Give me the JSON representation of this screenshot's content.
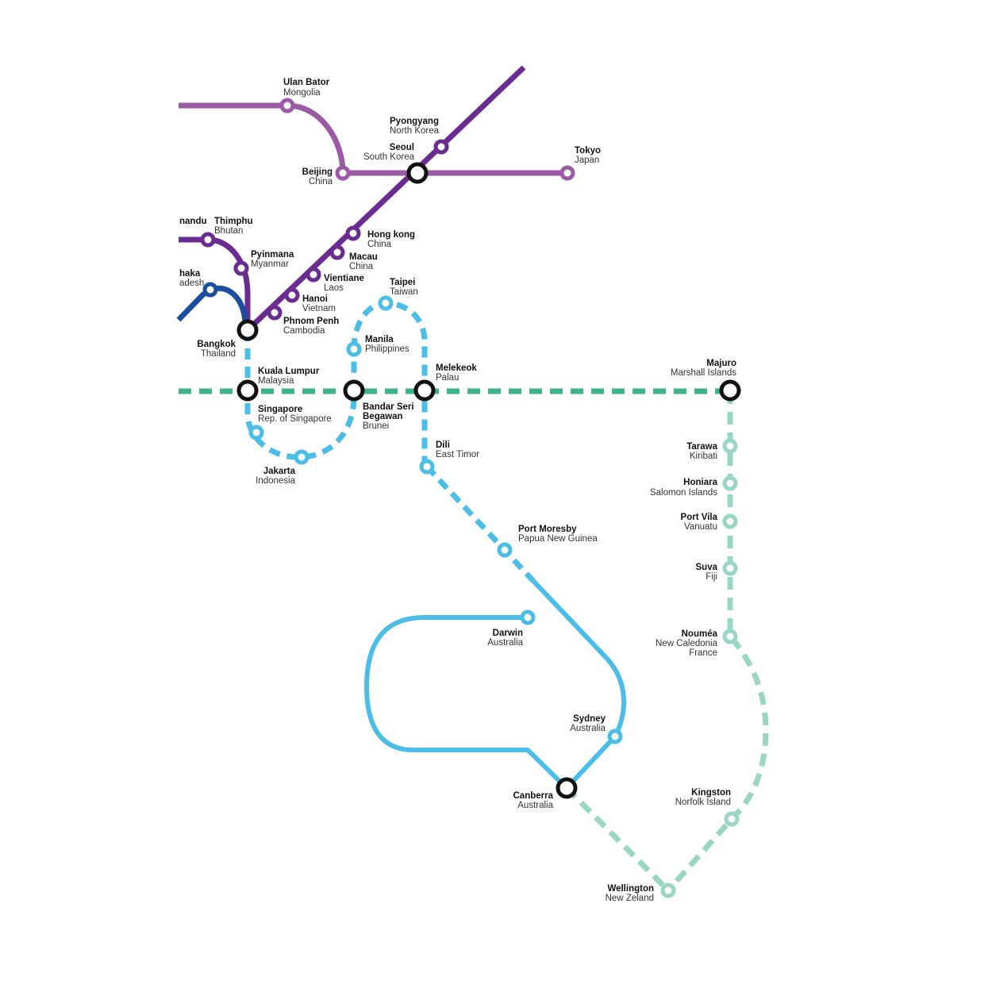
{
  "map": {
    "colors": {
      "purple_light": "#9b59a6",
      "purple_dark": "#6a2c91",
      "navy": "#1a4fa0",
      "cyan": "#4bbde6",
      "green": "#3cb38a",
      "mint": "#99d6c3",
      "interchange": "#111111",
      "background": "#ffffff"
    },
    "lines": [
      {
        "id": "mongolia-japan-line",
        "color": "purple_light",
        "style": "solid"
      },
      {
        "id": "northeast-diagonal-line",
        "color": "purple_dark",
        "style": "solid"
      },
      {
        "id": "bhutan-myanmar-line",
        "color": "purple_dark",
        "style": "solid"
      },
      {
        "id": "bangladesh-line",
        "color": "navy",
        "style": "solid"
      },
      {
        "id": "equator-line",
        "color": "green",
        "style": "dashed"
      },
      {
        "id": "indonesia-loop-line",
        "color": "cyan",
        "style": "dashed"
      },
      {
        "id": "taiwan-loop-line",
        "color": "cyan",
        "style": "dashed"
      },
      {
        "id": "australia-line-dashed",
        "color": "cyan",
        "style": "dashed"
      },
      {
        "id": "australia-line-solid",
        "color": "cyan",
        "style": "solid"
      },
      {
        "id": "pacific-line",
        "color": "mint",
        "style": "dashed"
      },
      {
        "id": "tasman-line",
        "color": "mint",
        "style": "dashed"
      }
    ],
    "stations": {
      "ulan_bator": {
        "name": "Ulan Bator",
        "country": "Mongolia"
      },
      "beijing": {
        "name": "Beijing",
        "country": "China"
      },
      "pyongyang": {
        "name": "Pyongyang",
        "country": "North Korea"
      },
      "seoul": {
        "name": "Seoul",
        "country": "South Korea"
      },
      "tokyo": {
        "name": "Tokyo",
        "country": "Japan"
      },
      "kathmandu": {
        "name": "nandu",
        "country": ""
      },
      "thimphu": {
        "name": "Thimphu",
        "country": "Bhutan"
      },
      "pyinmana": {
        "name": "Pyinmana",
        "country": "Myanmar"
      },
      "dhaka": {
        "name": "haka",
        "country": "adesh"
      },
      "hong_kong": {
        "name": "Hong kong",
        "country": "China"
      },
      "macau": {
        "name": "Macau",
        "country": "China"
      },
      "vientiane": {
        "name": "Vientiane",
        "country": "Laos"
      },
      "hanoi": {
        "name": "Hanoi",
        "country": "Vietnam"
      },
      "phnom_penh": {
        "name": "Phnom Penh",
        "country": "Cambodia"
      },
      "bangkok": {
        "name": "Bangkok",
        "country": "Thailand"
      },
      "taipei": {
        "name": "Taipei",
        "country": "Taiwan"
      },
      "manila": {
        "name": "Manila",
        "country": "Philippines"
      },
      "kuala_lumpur": {
        "name": "Kuala Lumpur",
        "country": "Malaysia"
      },
      "melekeok": {
        "name": "Melekeok",
        "country": "Palau"
      },
      "majuro": {
        "name": "Majuro",
        "country": "Marshall Islands"
      },
      "singapore": {
        "name": "Singapore",
        "country": "Rep. of Singapore"
      },
      "bandar": {
        "name": "Bandar Seri",
        "name2": "Begawan",
        "country": "Brunei"
      },
      "jakarta": {
        "name": "Jakarta",
        "country": "Indonesia"
      },
      "dili": {
        "name": "Dili",
        "country": "East Timor"
      },
      "tarawa": {
        "name": "Tarawa",
        "country": "Kiribati"
      },
      "honiara": {
        "name": "Honiara",
        "country": "Salomon Islands"
      },
      "port_vila": {
        "name": "Port Vila",
        "country": "Vanuatu"
      },
      "port_moresby": {
        "name": "Port Moresby",
        "country": "Papua New Guinea"
      },
      "suva": {
        "name": "Suva",
        "country": "Fiji"
      },
      "darwin": {
        "name": "Darwin",
        "country": "Australia"
      },
      "noumea": {
        "name": "Nouméa",
        "country": "New Caledonia",
        "country2": "France"
      },
      "sydney": {
        "name": "Sydney",
        "country": "Australia"
      },
      "canberra": {
        "name": "Canberra",
        "country": "Australia"
      },
      "kingston": {
        "name": "Kingston",
        "country": "Norfolk Island"
      },
      "wellington": {
        "name": "Wellington",
        "country": "New Zeland"
      }
    }
  }
}
